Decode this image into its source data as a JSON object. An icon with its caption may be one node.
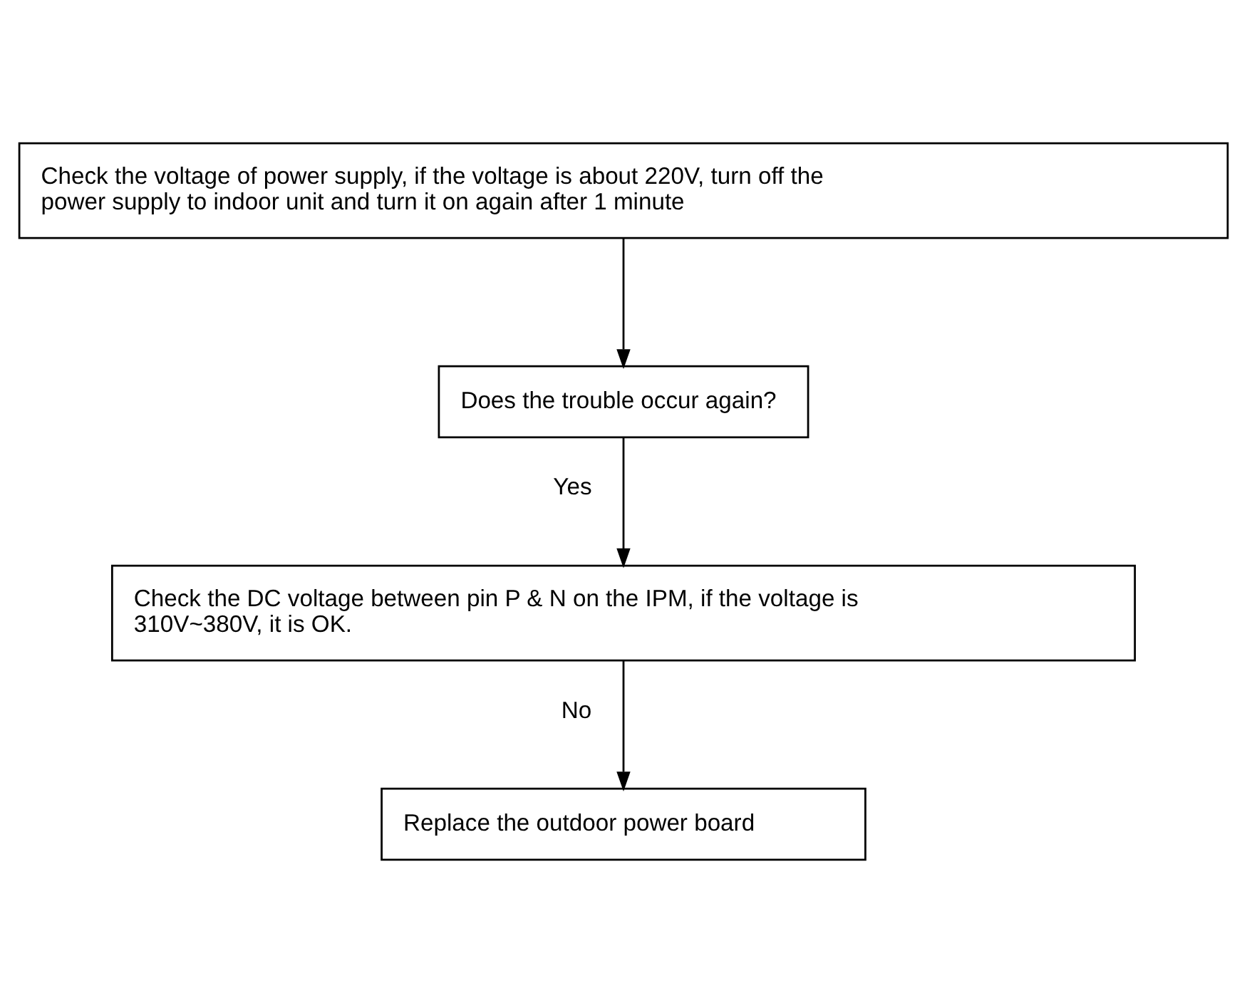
{
  "diagram": {
    "nodes": [
      {
        "text": [
          "Check the voltage of power supply, if the voltage is about 220V, turn off the power supply to indoor unit and turn it on again after 1 minute"
        ]
      },
      {
        "text": [
          "Does the trouble occur again?"
        ]
      },
      {
        "text": [
          "Check the DC voltage between pin P & N on the IPM, if the voltage is 310V~380V, it is OK."
        ]
      },
      {
        "text": [
          "Replace the outdoor power board"
        ]
      }
    ],
    "edges": [
      {
        "from": 0,
        "to": 1,
        "arrow": "to"
      },
      {
        "from": 1,
        "to": 2,
        "arrow": "to",
        "label": "Yes"
      },
      {
        "from": 2,
        "to": 3,
        "arrow": "to",
        "label": "No"
      }
    ]
  }
}
